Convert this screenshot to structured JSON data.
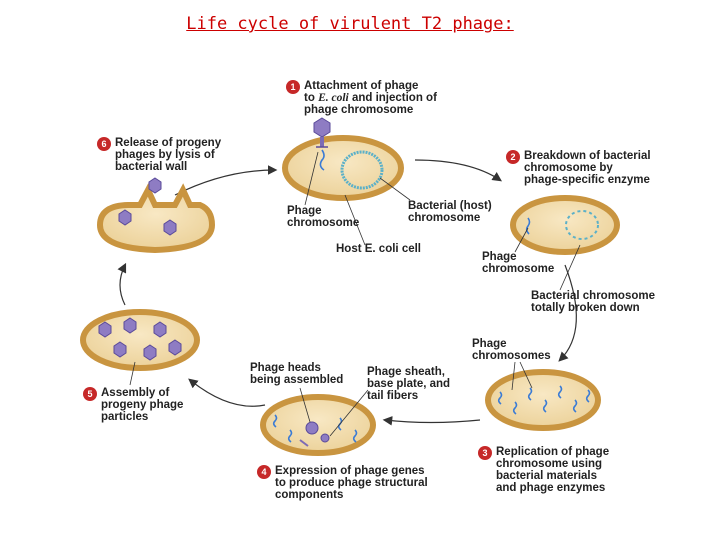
{
  "title": " Life cycle of virulent T2 phage:",
  "steps": [
    {
      "num": "1",
      "lines": [
        "Attachment of phage",
        "to",
        "E. coli",
        "and injection of",
        "phage chromosome"
      ]
    },
    {
      "num": "2",
      "lines": [
        "Breakdown of bacterial",
        "chromosome by",
        "phage-specific enzyme"
      ]
    },
    {
      "num": "3",
      "lines": [
        "Replication of phage",
        "chromosome using",
        "bacterial materials",
        "and phage enzymes"
      ]
    },
    {
      "num": "4",
      "lines": [
        "Expression of phage genes",
        "to produce phage structural",
        "components"
      ]
    },
    {
      "num": "5",
      "lines": [
        "Assembly of",
        "progeny phage",
        "particles"
      ]
    },
    {
      "num": "6",
      "lines": [
        "Release of progeny",
        "phages by lysis of",
        "bacterial wall"
      ]
    }
  ],
  "labels": {
    "phage_chromosome_1": [
      "Phage",
      "chromosome"
    ],
    "bacterial_host_chromosome": [
      "Bacterial (host)",
      "chromosome"
    ],
    "host_cell": "Host E. coli cell",
    "phage_chromosome_2": [
      "Phage",
      "chromosome"
    ],
    "bacterial_chromosome_broken": [
      "Bacterial chromosome",
      "totally broken down"
    ],
    "phage_chromosomes": [
      "Phage",
      "chromosomes"
    ],
    "phage_heads": [
      "Phage heads",
      "being assembled"
    ],
    "phage_sheath": [
      "Phage sheath,",
      "base plate, and",
      "tail fibers"
    ]
  },
  "colors": {
    "title": "#cc0000",
    "cell_wall": "#d4a04a",
    "cytoplasm": "#f5e0b0",
    "step_number": "#c62828",
    "phage_dna": "#3a7bd5",
    "host_dna": "#5bb0c8",
    "phage_head": "#8e7cc3"
  }
}
